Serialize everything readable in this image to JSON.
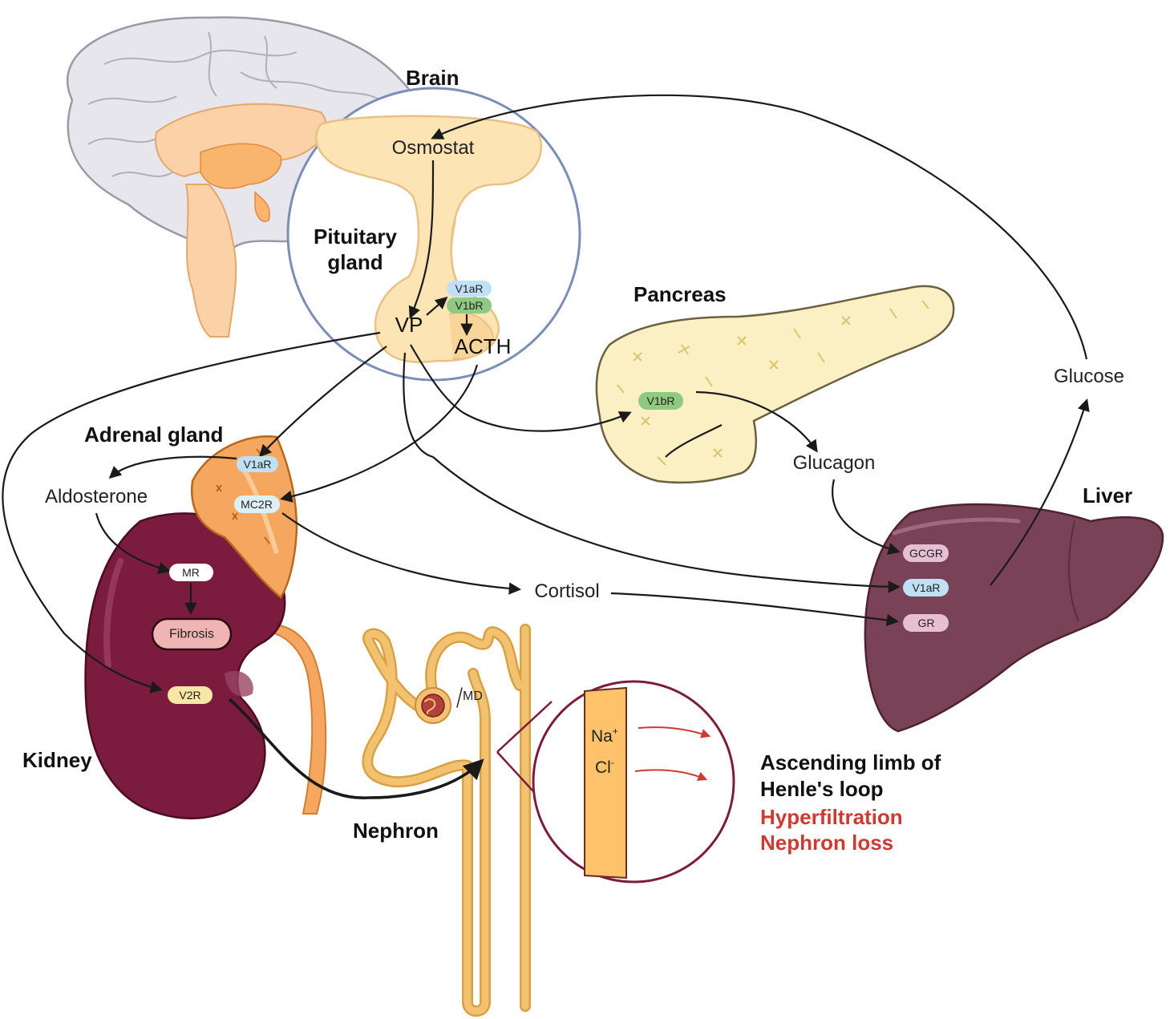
{
  "organs": {
    "brain": "Brain",
    "pituitary_line1": "Pituitary",
    "pituitary_line2": "gland",
    "pancreas": "Pancreas",
    "adrenal": "Adrenal gland",
    "liver": "Liver",
    "kidney": "Kidney",
    "nephron": "Nephron"
  },
  "labels": {
    "osmostat": "Osmostat",
    "vp": "VP",
    "acth": "ACTH",
    "aldosterone": "Aldosterone",
    "glucagon": "Glucagon",
    "glucose": "Glucose",
    "cortisol": "Cortisol",
    "md": "MD",
    "na": "Na",
    "na_sup": "+",
    "cl": "Cl",
    "cl_sup": "-"
  },
  "receptors": {
    "pit_v1ar": "V1aR",
    "pit_v1br": "V1bR",
    "pan_v1br": "V1bR",
    "adr_v1ar": "V1aR",
    "adr_mc2r": "MC2R",
    "kid_mr": "MR",
    "kid_fibrosis": "Fibrosis",
    "kid_v2r": "V2R",
    "liv_gcgr": "GCGR",
    "liv_v1ar": "V1aR",
    "liv_gr": "GR"
  },
  "henle": {
    "title_line1": "Ascending limb of",
    "title_line2": "Henle's loop",
    "effect1": "Hyperfiltration",
    "effect2": "Nephron loss"
  },
  "colors": {
    "v1ar_fill": "#bfe0f5",
    "v1br_fill": "#8fc982",
    "v2r_fill": "#f7e6a5",
    "liver_pill_fill": "#e7bfd3",
    "fibrosis_fill": "#f0b4b4",
    "effect_red": "#cc3b33",
    "kidney": "#7b1c3e",
    "liver": "#7a4256",
    "pancreas": "#fbf0c4",
    "pituitary": "#fde4b5",
    "adrenal": "#f6a75f",
    "nephron_tube": "#f3c271",
    "circle_border": "#7b8fb6"
  }
}
